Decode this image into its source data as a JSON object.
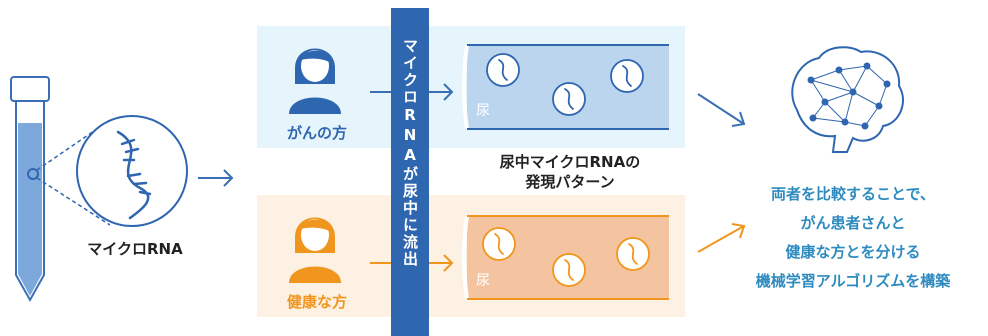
{
  "diagram": {
    "sample_label": "マイクロRNA",
    "cancer_label": "がんの方",
    "healthy_label": "健康な方",
    "flow_banner": "マイクロRNAが尿中に流出",
    "urine_label_top": "尿",
    "urine_label_bottom": "尿",
    "pattern_caption_line1": "尿中マイクロRNAの",
    "pattern_caption_line2": "発現パターン",
    "result_lines": [
      "両者を比較することで、",
      "がん患者さんと",
      "健康な方とを分ける",
      "機械学習アルゴリズムを構築"
    ],
    "colors": {
      "blue_accent": "#2f66b0",
      "orange_accent": "#f0961e",
      "result_text": "#2e8bbf"
    }
  }
}
